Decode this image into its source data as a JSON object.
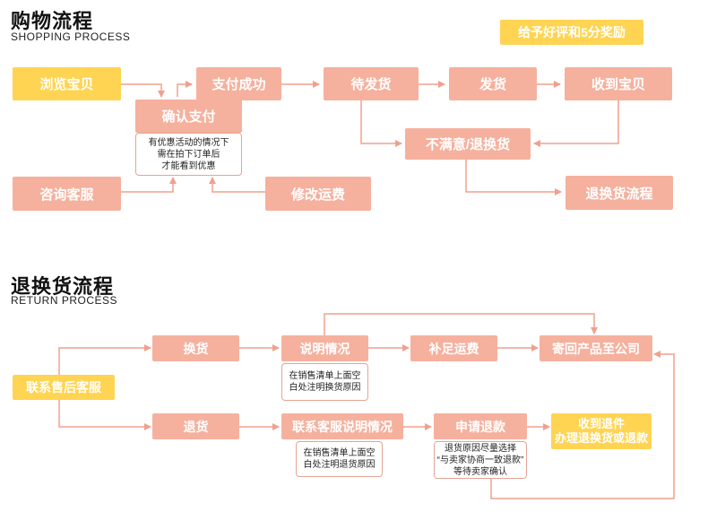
{
  "shopping": {
    "title_cn": "购物流程",
    "title_en": "SHOPPING PROCESS",
    "reward": "给予好评和5分奖励",
    "browse": "浏览宝贝",
    "pay_success": "支付成功",
    "wait_ship": "待发货",
    "ship": "发货",
    "receive": "收到宝贝",
    "confirm_pay": "确认支付",
    "promo_note": "有优惠活动的情况下\n需在拍下订单后\n才能看到优惠",
    "unsatisfied": "不满意/退换货",
    "consult": "咨询客服",
    "modify_freight": "修改运费",
    "return_flow": "退换货流程"
  },
  "returns": {
    "title_cn": "退换货流程",
    "title_en": "RETURN PROCESS",
    "contact": "联系售后客服",
    "exchange": "换货",
    "explain": "说明情况",
    "add_freight": "补足运费",
    "send_back": "寄回产品至公司",
    "exchange_note": "在销售清单上面空\n白处注明换货原因",
    "refund": "退货",
    "contact_explain": "联系客服说明情况",
    "apply_refund": "申请退款",
    "received_refund": "收到退件\n办理退换货或退款",
    "return_note": "在销售清单上面空\n白处注明退货原因",
    "refund_note": "退货原因尽量选择\n“与卖家协商一致退款”\n等待卖家确认"
  },
  "colors": {
    "box_pink": "#f5b19e",
    "box_yellow": "#ffd452",
    "arrow": "#f0a08e",
    "text": "#ffffff"
  }
}
